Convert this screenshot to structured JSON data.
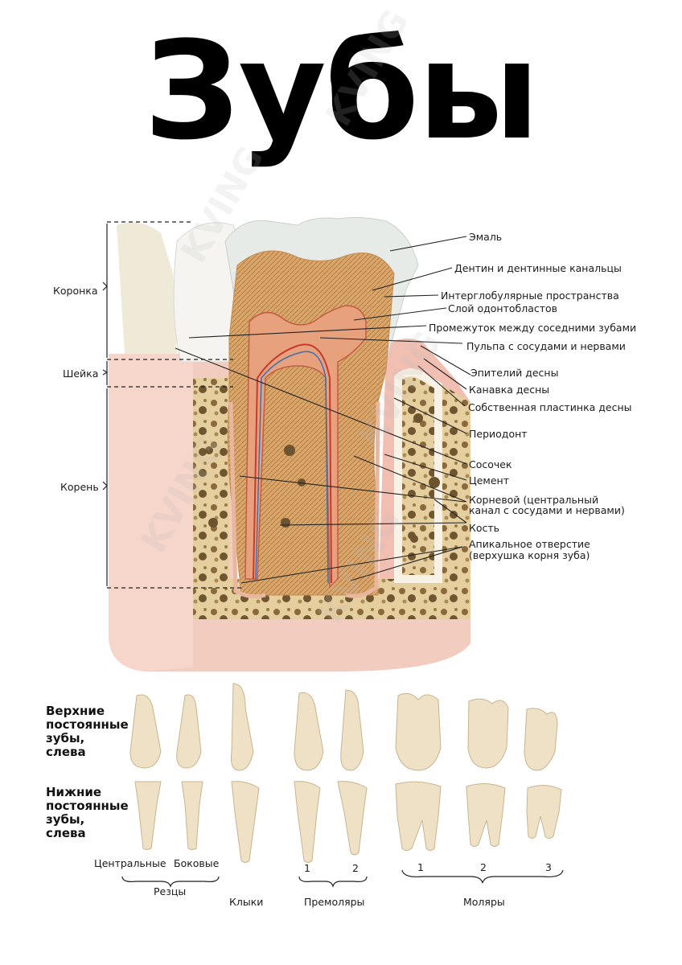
{
  "title": "Зубы",
  "regions": {
    "crown": "Коронка",
    "neck": "Шейка",
    "root": "Корень"
  },
  "labels": [
    "Эмаль",
    "Дентин и дентинные канальцы",
    "Интерглобулярные пространства",
    "Слой одонтобластов",
    "Промежуток между соседними зубами",
    "Пульпа с сосудами и нервами",
    "Эпителий десны",
    "Канавка десны",
    "Собственная пластинка десны",
    "Периодонт",
    "Сосочек",
    "Цемент",
    "Корневой (центральный",
    "канал с сосудами и нервами)",
    "Кость",
    "Апикальное отверстие",
    "(верхушка корня зуба)"
  ],
  "rows": {
    "upper": [
      "Верхние",
      "постоянные",
      "зубы,",
      "слева"
    ],
    "lower": [
      "Нижние",
      "постоянные",
      "зубы,",
      "слева"
    ]
  },
  "captions": {
    "central": "Центральные",
    "lateral": "Боковые",
    "incisors": "Резцы",
    "canines": "Клыки",
    "premolar_1": "1",
    "premolar_2": "2",
    "premolars": "Премоляры",
    "molar_1": "1",
    "molar_2": "2",
    "molar_3": "3",
    "molars": "Моляры"
  },
  "watermark": "KVING kving.ru",
  "colors": {
    "gum": "#f2c8bd",
    "dentin": "#d9a468",
    "enamel": "#eef0ee",
    "bone": "#e8d3a6",
    "pulp": "#e8a37c",
    "tooth": "#efe1c6"
  }
}
